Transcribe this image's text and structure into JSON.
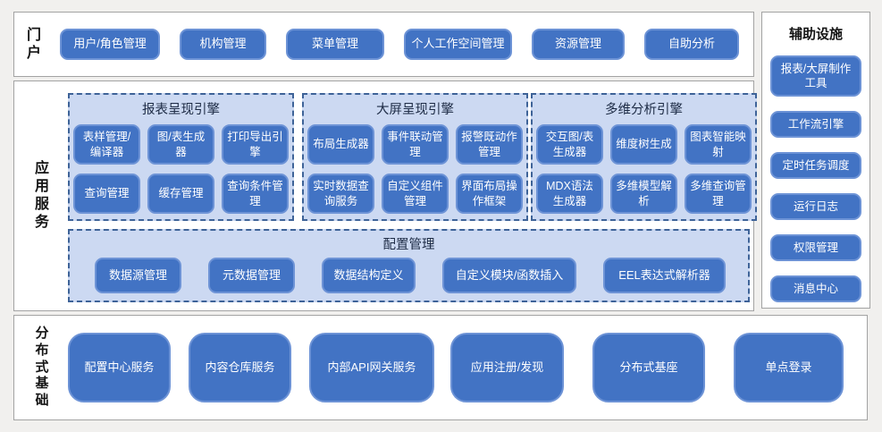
{
  "colors": {
    "node_fill": "#4273c4",
    "node_border": "#6d93d6",
    "group_fill": "#ccd9f2",
    "group_border": "#3e6398",
    "panel_border": "#a3a3a3",
    "page_bg": "#f1f0ee"
  },
  "portal": {
    "label": "门户",
    "buttons": [
      "用户/角色管理",
      "机构管理",
      "菜单管理",
      "个人工作空间管理",
      "资源管理",
      "自助分析"
    ]
  },
  "app_services": {
    "label": "应用服务",
    "engines": [
      {
        "title": "报表呈现引擎",
        "buttons": [
          "表样管理/编译器",
          "图/表生成器",
          "打印导出引擎",
          "查询管理",
          "缓存管理",
          "查询条件管理"
        ]
      },
      {
        "title": "大屏呈现引擎",
        "buttons": [
          "布局生成器",
          "事件联动管理",
          "报警既动作管理",
          "实时数据查询服务",
          "自定义组件管理",
          "界面布局操作框架"
        ]
      },
      {
        "title": "多维分析引擎",
        "buttons": [
          "交互图/表生成器",
          "维度树生成",
          "图表智能映射",
          "MDX语法生成器",
          "多维模型解析",
          "多维查询管理"
        ]
      }
    ],
    "config": {
      "title": "配置管理",
      "buttons": [
        "数据源管理",
        "元数据管理",
        "数据结构定义",
        "自定义模块/函数插入",
        "EEL表达式解析器"
      ]
    }
  },
  "auxiliary": {
    "title": "辅助设施",
    "buttons": [
      "报表/大屏制作工具",
      "工作流引擎",
      "定时任务调度",
      "运行日志",
      "权限管理",
      "消息中心"
    ]
  },
  "distributed": {
    "label": "分布式基础",
    "buttons": [
      "配置中心服务",
      "内容仓库服务",
      "内部API网关服务",
      "应用注册/发现",
      "分布式基座",
      "单点登录"
    ]
  }
}
